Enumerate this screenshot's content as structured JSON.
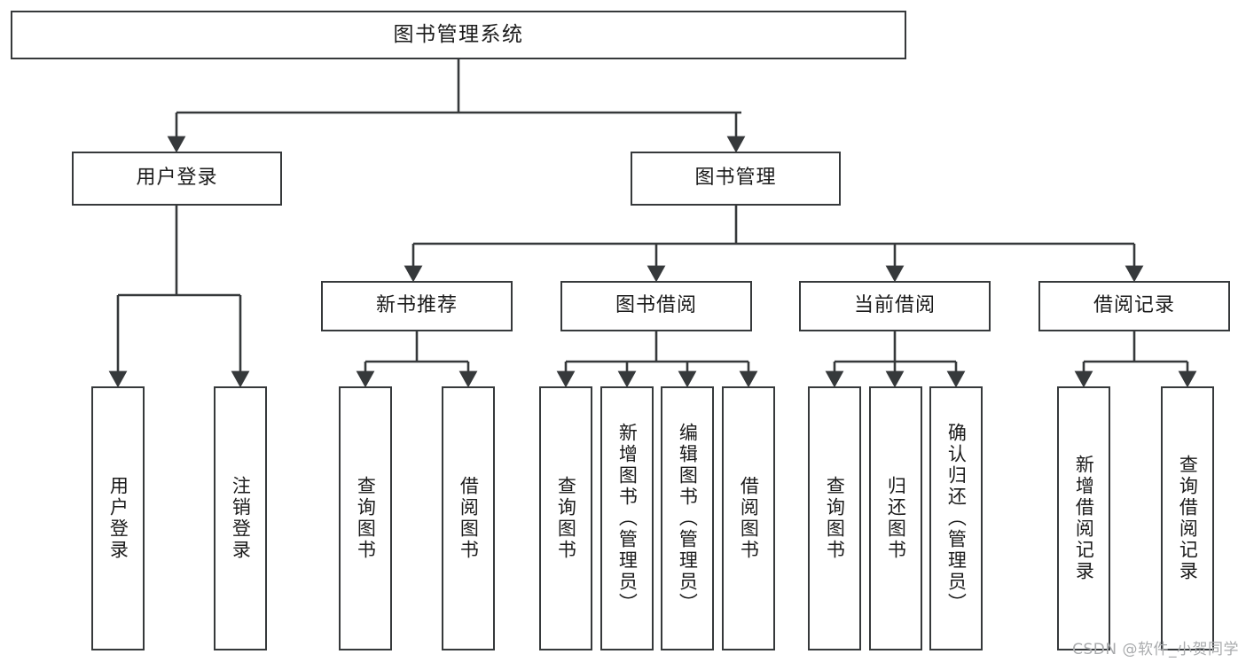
{
  "diagram": {
    "title": "图书管理系统",
    "stroke_color": "#36393b",
    "background_color": "#ffffff",
    "text_color": "#1b1b1b",
    "watermark": "CSDN @软件_小贺同学"
  },
  "root": {
    "label": "图书管理系统"
  },
  "level1": [
    {
      "id": "user-login",
      "label": "用户登录"
    },
    {
      "id": "book-manage",
      "label": "图书管理"
    }
  ],
  "level2": [
    {
      "id": "new-book-recommend",
      "label": "新书推荐"
    },
    {
      "id": "book-borrow",
      "label": "图书借阅"
    },
    {
      "id": "current-borrow",
      "label": "当前借阅"
    },
    {
      "id": "borrow-record",
      "label": "借阅记录"
    }
  ],
  "leaves": {
    "user_login": [
      {
        "id": "leaf-user-login",
        "label": "用户登录"
      },
      {
        "id": "leaf-logout-login",
        "label": "注销登录"
      }
    ],
    "new_book_recommend": [
      {
        "id": "leaf-query-book-1",
        "label": "查询图书"
      },
      {
        "id": "leaf-borrow-book-1",
        "label": "借阅图书"
      }
    ],
    "book_borrow": [
      {
        "id": "leaf-query-book-2",
        "label": "查询图书"
      },
      {
        "id": "leaf-add-book",
        "label": "新增图书（管理员）"
      },
      {
        "id": "leaf-edit-book",
        "label": "编辑图书（管理员）"
      },
      {
        "id": "leaf-borrow-book-2",
        "label": "借阅图书"
      }
    ],
    "current_borrow": [
      {
        "id": "leaf-query-book-3",
        "label": "查询图书"
      },
      {
        "id": "leaf-return-book",
        "label": "归还图书"
      },
      {
        "id": "leaf-confirm-return",
        "label": "确认归还（管理员）"
      }
    ],
    "borrow_record": [
      {
        "id": "leaf-add-record",
        "label": "新增借阅记录"
      },
      {
        "id": "leaf-query-record",
        "label": "查询借阅记录"
      }
    ]
  }
}
